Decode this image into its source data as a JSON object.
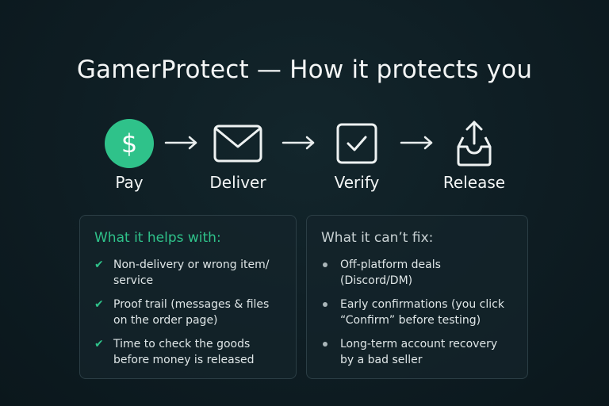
{
  "title": "GamerProtect — How it protects you",
  "steps": [
    {
      "label": "Pay",
      "icon": "dollar-circle-icon",
      "glyph": "$"
    },
    {
      "label": "Deliver",
      "icon": "envelope-icon"
    },
    {
      "label": "Verify",
      "icon": "checkbox-icon"
    },
    {
      "label": "Release",
      "icon": "upload-tray-icon"
    }
  ],
  "helps": {
    "heading": "What it helps with:",
    "items": [
      "Non-delivery or wrong item/ service",
      "Proof trail (messages & files on the order page)",
      "Time to check the goods before money is released"
    ]
  },
  "cant_fix": {
    "heading": "What it can’t fix:",
    "items": [
      "Off-platform deals (Discord/DM)",
      "Early confirmations (you click “Confirm” before testing)",
      "Long-term account recovery by a bad seller"
    ]
  },
  "colors": {
    "accent_green": "#2fc28a",
    "background": "#0e1d23",
    "text": "#f2f5f5"
  }
}
